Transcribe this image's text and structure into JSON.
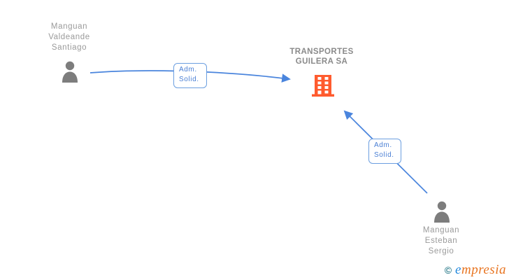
{
  "diagram": {
    "company": {
      "name_line1": "TRANSPORTES",
      "name_line2": "GUILERA SA",
      "icon": "building-icon"
    },
    "persons": [
      {
        "lines": [
          "Manguan",
          "Valdeande",
          "Santiago"
        ],
        "icon": "person-icon"
      },
      {
        "lines": [
          "Manguan",
          "Esteban",
          "Sergio"
        ],
        "icon": "person-icon"
      }
    ],
    "edges": [
      {
        "label_line1": "Adm.",
        "label_line2": "Solid.",
        "direction": "person-to-company"
      },
      {
        "label_line1": "Adm.",
        "label_line2": "Solid.",
        "direction": "person-to-company"
      }
    ],
    "colors": {
      "edge_blue": "#4a85dd",
      "label_border": "#6c9fe0",
      "label_text": "#4a7fd4",
      "person_gray": "#7d7d7d",
      "person_name_text": "#9a9a9a",
      "company_name_text": "#8a8a8a",
      "building_orange": "#ff5b2e"
    }
  },
  "footer": {
    "copyright_symbol": "©",
    "brand_first_letter": "e",
    "brand_rest": "mpresia",
    "copyright_color": "#33808f",
    "brand_first_color": "#2288dd",
    "brand_rest_color": "#e87420"
  }
}
